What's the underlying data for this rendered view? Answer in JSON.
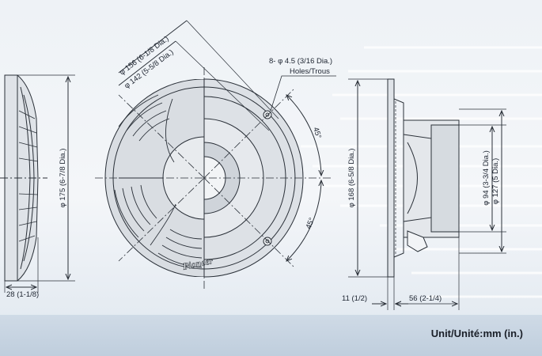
{
  "labels": {
    "dia_156": "φ 156 (6-1/8 Dia.)",
    "dia_142": "φ 142 (5-5/8 Dia.)",
    "holes_count": "8- φ 4.5 (3/16 Dia.)",
    "holes_word": "Holes/Trous",
    "angle_top": "45°",
    "angle_bottom": "45°",
    "dia_175": "φ 175 (6-7/8 Dia.)",
    "depth_28": "28 (1-1/8)",
    "dia_168": "φ 168 (6-5/8 Dia.)",
    "dia_94": "φ 94 (3-3/4 Dia.)",
    "dia_127": "φ 127 (5 Dia.)",
    "dim_11": "11 (1/2)",
    "dim_56": "56 (2-1/4)",
    "brand": "Pioneer",
    "unit": "Unit/Unité:mm (in.)"
  },
  "colors": {
    "line": "#2a3038",
    "background": "#eef2f6",
    "band": "#c9d6e3"
  }
}
